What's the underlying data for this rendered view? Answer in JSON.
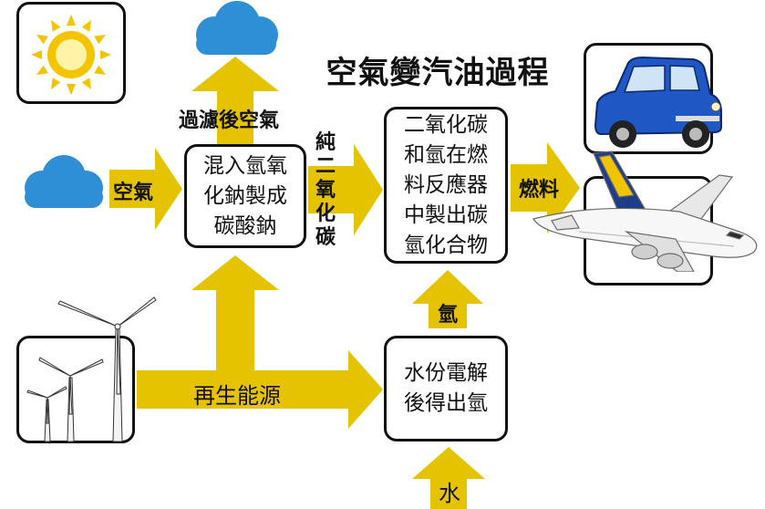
{
  "title": "空氣變汽油過程",
  "colors": {
    "arrow": "#e6c300",
    "box_border": "#111111",
    "cloud": "#2e8fd6",
    "sun": "#f5c400",
    "car": "#1f57c4"
  },
  "labels": {
    "air": "空氣",
    "filtered_air": "過濾後空氣",
    "pure_co2": "純二氧化碳",
    "fuel": "燃料",
    "hydrogen": "氫",
    "renewable_energy": "再生能源",
    "water": "水"
  },
  "process": {
    "mix": "混入氫氧化鈉製成碳酸鈉",
    "synth": "二氧化碳和氫在燃料反應器中製出碳氫化合物",
    "electrolysis": "水份電解後得出氫"
  },
  "icons": [
    "sun-icon",
    "cloud-icon",
    "wind-turbine-icon",
    "car-icon",
    "airplane-icon"
  ]
}
